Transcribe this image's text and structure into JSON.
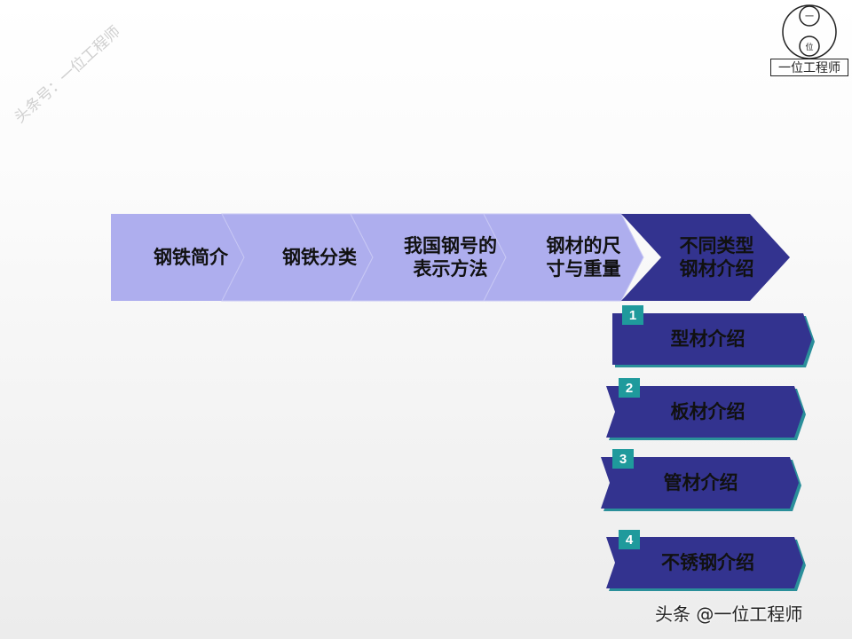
{
  "watermark": "头条号：一位工程师",
  "logo": {
    "text": "一位工程师",
    "circle_top": "一",
    "circle_bottom": "位"
  },
  "process_steps": [
    {
      "label": "钢铁简介",
      "active": false
    },
    {
      "label": "钢铁分类",
      "active": false
    },
    {
      "label": "我国钢号的\n表示方法",
      "active": false
    },
    {
      "label": "钢材的尺\n寸与重量",
      "active": false
    },
    {
      "label": "不同类型\n钢材介绍",
      "active": true
    }
  ],
  "sub_items": [
    {
      "number": "1",
      "label": "型材介绍"
    },
    {
      "number": "2",
      "label": "板材介绍"
    },
    {
      "number": "3",
      "label": "管材介绍"
    },
    {
      "number": "4",
      "label": "不锈钢介绍"
    }
  ],
  "footer": "头条 @一位工程师",
  "colors": {
    "step": "#aeaeee",
    "active": "#33338f",
    "badge": "#1f9a9c",
    "shadow": "#2a8f9a"
  }
}
